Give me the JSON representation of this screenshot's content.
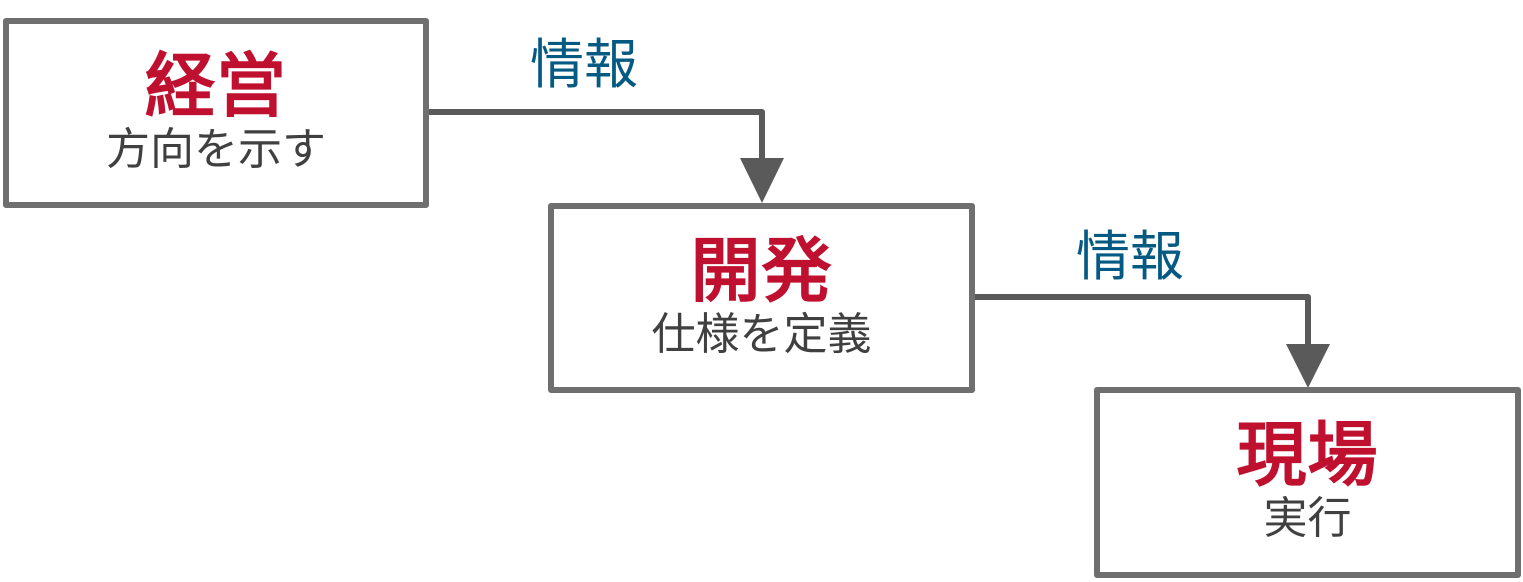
{
  "diagram": {
    "type": "flow",
    "colors": {
      "box_border": "#6f6f6f",
      "connector": "#5a5a5a",
      "title": "#c0102f",
      "subtitle": "#404040",
      "edge_label": "#045a82"
    },
    "nodes": [
      {
        "id": "management",
        "title": "経営",
        "subtitle": "方向を示す"
      },
      {
        "id": "development",
        "title": "開発",
        "subtitle": "仕様を定義"
      },
      {
        "id": "field",
        "title": "現場",
        "subtitle": "実行"
      }
    ],
    "edges": [
      {
        "from": "management",
        "to": "development",
        "label": "情報"
      },
      {
        "from": "development",
        "to": "field",
        "label": "情報"
      }
    ]
  }
}
